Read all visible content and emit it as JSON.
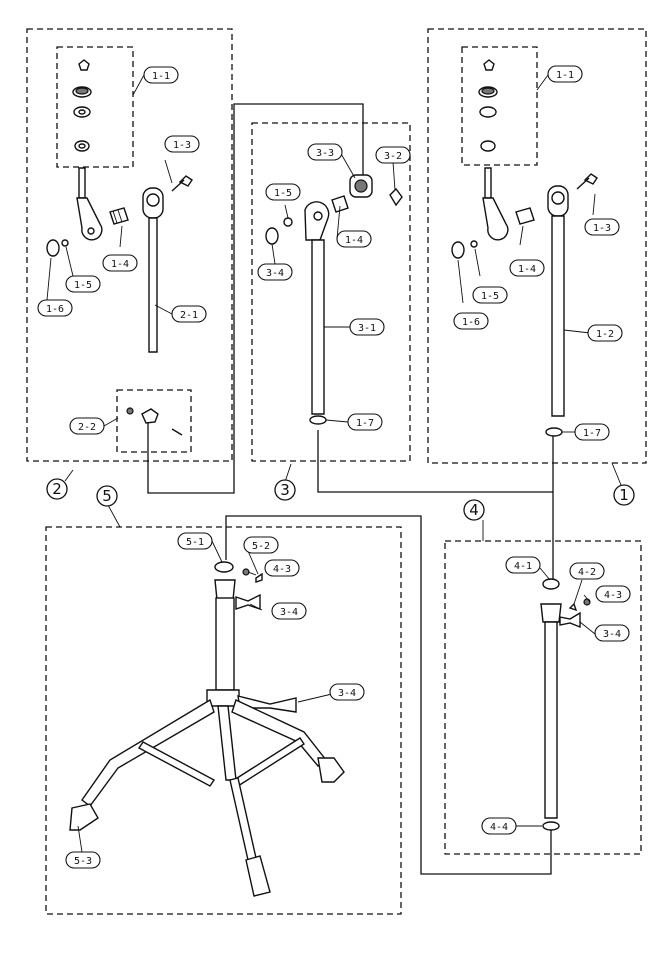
{
  "groups": [
    {
      "id": "g1",
      "number": "1"
    },
    {
      "id": "g2",
      "number": "2"
    },
    {
      "id": "g3",
      "number": "3"
    },
    {
      "id": "g4",
      "number": "4"
    },
    {
      "id": "g5",
      "number": "5"
    }
  ],
  "labels": {
    "g2_1_1": "1-1",
    "g2_1_3": "1-3",
    "g2_1_4": "1-4",
    "g2_1_5": "1-5",
    "g2_1_6": "1-6",
    "g2_2_1": "2-1",
    "g2_2_2": "2-2",
    "g3_3_3": "3-3",
    "g3_3_2": "3-2",
    "g3_1_5": "1-5",
    "g3_1_4": "1-4",
    "g3_3_4": "3-4",
    "g3_3_1": "3-1",
    "g3_1_7": "1-7",
    "g1_1_1": "1-1",
    "g1_1_3": "1-3",
    "g1_1_4": "1-4",
    "g1_1_5": "1-5",
    "g1_1_6": "1-6",
    "g1_1_2": "1-2",
    "g1_1_7": "1-7",
    "g5_5_1": "5-1",
    "g5_5_2": "5-2",
    "g5_4_3": "4-3",
    "g5_3_4a": "3-4",
    "g5_3_4b": "3-4",
    "g5_5_3": "5-3",
    "g4_4_1": "4-1",
    "g4_4_2": "4-2",
    "g4_4_3": "4-3",
    "g4_3_4": "3-4",
    "g4_4_4": "4-4"
  }
}
